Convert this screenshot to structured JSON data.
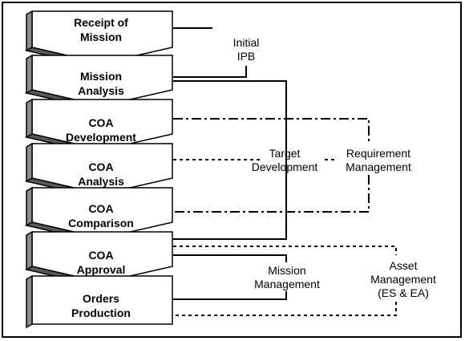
{
  "steps": [
    {
      "line1": "Receipt of",
      "line2": "Mission"
    },
    {
      "line1": "Mission",
      "line2": "Analysis"
    },
    {
      "line1": "COA",
      "line2": "Development"
    },
    {
      "line1": "COA",
      "line2": "Analysis"
    },
    {
      "line1": "COA",
      "line2": "Comparison"
    },
    {
      "line1": "COA",
      "line2": "Approval"
    },
    {
      "line1": "Orders",
      "line2": "Production"
    }
  ],
  "labels": {
    "initial_ipb": {
      "line1": "Initial",
      "line2": "IPB"
    },
    "target_development": {
      "line1": "Target",
      "line2": "Development"
    },
    "requirement_management": {
      "line1": "Requirement",
      "line2": "Management"
    },
    "mission_management": {
      "line1": "Mission",
      "line2": "Management"
    },
    "asset_management": {
      "line1": "Asset",
      "line2": "Management",
      "line3": "(ES & EA)"
    }
  }
}
